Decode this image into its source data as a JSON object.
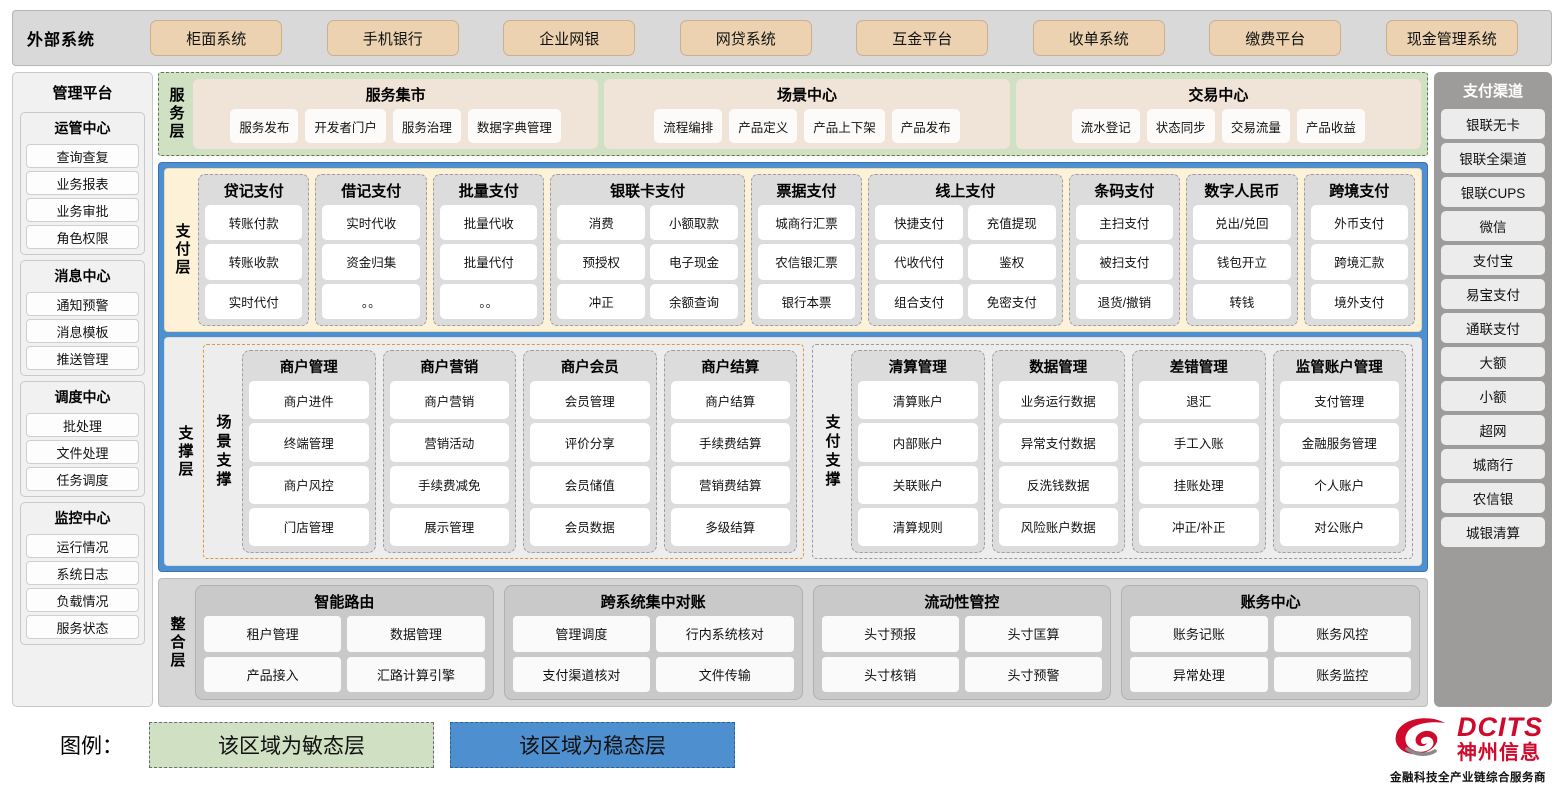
{
  "external": {
    "title": "外部系统",
    "items": [
      "柜面系统",
      "手机银行",
      "企业网银",
      "网贷系统",
      "互金平台",
      "收单系统",
      "缴费平台",
      "现金管理系统"
    ]
  },
  "left_sidebar": {
    "title": "管理平台",
    "groups": [
      {
        "title": "运管中心",
        "items": [
          "查询查复",
          "业务报表",
          "业务审批",
          "角色权限"
        ]
      },
      {
        "title": "消息中心",
        "items": [
          "通知预警",
          "消息模板",
          "推送管理"
        ]
      },
      {
        "title": "调度中心",
        "items": [
          "批处理",
          "文件处理",
          "任务调度"
        ]
      },
      {
        "title": "监控中心",
        "items": [
          "运行情况",
          "系统日志",
          "负载情况",
          "服务状态"
        ]
      }
    ]
  },
  "right_sidebar": {
    "title": "支付渠道",
    "items": [
      "银联无卡",
      "银联全渠道",
      "银联CUPS",
      "微信",
      "支付宝",
      "易宝支付",
      "通联支付",
      "大额",
      "小额",
      "超网",
      "城商行",
      "农信银",
      "城银清算"
    ]
  },
  "service_layer": {
    "label": "服务层",
    "groups": [
      {
        "title": "服务集市",
        "items": [
          "服务发布",
          "开发者门户",
          "服务治理",
          "数据字典管理"
        ]
      },
      {
        "title": "场景中心",
        "items": [
          "流程编排",
          "产品定义",
          "产品上下架",
          "产品发布"
        ]
      },
      {
        "title": "交易中心",
        "items": [
          "流水登记",
          "状态同步",
          "交易流量",
          "产品收益"
        ]
      }
    ]
  },
  "payment_layer": {
    "label": "支付层",
    "groups": [
      {
        "title": "贷记支付",
        "cols": 1,
        "rows": [
          [
            "转账付款"
          ],
          [
            "转账收款"
          ],
          [
            "实时代付"
          ]
        ]
      },
      {
        "title": "借记支付",
        "cols": 1,
        "rows": [
          [
            "实时代收"
          ],
          [
            "资金归集"
          ],
          [
            "。。"
          ]
        ]
      },
      {
        "title": "批量支付",
        "cols": 1,
        "rows": [
          [
            "批量代收"
          ],
          [
            "批量代付"
          ],
          [
            "。。"
          ]
        ]
      },
      {
        "title": "银联卡支付",
        "cols": 2,
        "rows": [
          [
            "消费",
            "小额取款"
          ],
          [
            "预授权",
            "电子现金"
          ],
          [
            "冲正",
            "余额查询"
          ]
        ]
      },
      {
        "title": "票据支付",
        "cols": 1,
        "rows": [
          [
            "城商行汇票"
          ],
          [
            "农信银汇票"
          ],
          [
            "银行本票"
          ]
        ]
      },
      {
        "title": "线上支付",
        "cols": 2,
        "rows": [
          [
            "快捷支付",
            "充值提现"
          ],
          [
            "代收代付",
            "鉴权"
          ],
          [
            "组合支付",
            "免密支付"
          ]
        ]
      },
      {
        "title": "条码支付",
        "cols": 1,
        "rows": [
          [
            "主扫支付"
          ],
          [
            "被扫支付"
          ],
          [
            "退货/撤销"
          ]
        ]
      },
      {
        "title": "数字人民币",
        "cols": 1,
        "rows": [
          [
            "兑出/兑回"
          ],
          [
            "钱包开立"
          ],
          [
            "转钱"
          ]
        ]
      },
      {
        "title": "跨境支付",
        "cols": 1,
        "rows": [
          [
            "外币支付"
          ],
          [
            "跨境汇款"
          ],
          [
            "境外支付"
          ]
        ]
      }
    ]
  },
  "support_layer": {
    "label": "支撑层",
    "halves": [
      {
        "label": "场景支撑",
        "groups": [
          {
            "title": "商户管理",
            "items": [
              "商户进件",
              "终端管理",
              "商户风控",
              "门店管理"
            ]
          },
          {
            "title": "商户营销",
            "items": [
              "商户营销",
              "营销活动",
              "手续费减免",
              "展示管理"
            ]
          },
          {
            "title": "商户会员",
            "items": [
              "会员管理",
              "评价分享",
              "会员储值",
              "会员数据"
            ]
          },
          {
            "title": "商户结算",
            "items": [
              "商户结算",
              "手续费结算",
              "营销费结算",
              "多级结算"
            ]
          }
        ]
      },
      {
        "label": "支付支撑",
        "groups": [
          {
            "title": "清算管理",
            "items": [
              "清算账户",
              "内部账户",
              "关联账户",
              "清算规则"
            ]
          },
          {
            "title": "数据管理",
            "items": [
              "业务运行数据",
              "异常支付数据",
              "反洗钱数据",
              "风险账户数据"
            ]
          },
          {
            "title": "差错管理",
            "items": [
              "退汇",
              "手工入账",
              "挂账处理",
              "冲正/补正"
            ]
          },
          {
            "title": "监管账户管理",
            "items": [
              "支付管理",
              "金融服务管理",
              "个人账户",
              "对公账户"
            ]
          }
        ]
      }
    ]
  },
  "integration_layer": {
    "label": "整合层",
    "groups": [
      {
        "title": "智能路由",
        "rows": [
          [
            "租户管理",
            "数据管理"
          ],
          [
            "产品接入",
            "汇路计算引擎"
          ]
        ]
      },
      {
        "title": "跨系统集中对账",
        "rows": [
          [
            "管理调度",
            "行内系统核对"
          ],
          [
            "支付渠道核对",
            "文件传输"
          ]
        ]
      },
      {
        "title": "流动性管控",
        "rows": [
          [
            "头寸预报",
            "头寸匡算"
          ],
          [
            "头寸核销",
            "头寸预警"
          ]
        ]
      },
      {
        "title": "账务中心",
        "rows": [
          [
            "账务记账",
            "账务风控"
          ],
          [
            "异常处理",
            "账务监控"
          ]
        ]
      }
    ]
  },
  "legend": {
    "label": "图例：",
    "agile": "该区域为敏态层",
    "stable": "该区域为稳态层",
    "agile_color": "#cfe0c3",
    "stable_color": "#4e8fd0"
  },
  "logo": {
    "brand": "DCITS",
    "brand_cn": "神州信息",
    "tagline": "金融科技全产业链综合服务商",
    "color": "#cf0a2c"
  }
}
